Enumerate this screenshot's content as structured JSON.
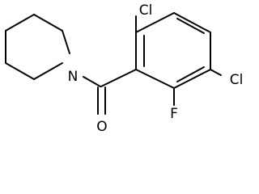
{
  "molecule": {
    "atoms": {
      "nitrogen": "N",
      "oxygen": "O",
      "fluorine": "F",
      "chlorine_top": "Cl",
      "chlorine_right": "Cl"
    }
  }
}
